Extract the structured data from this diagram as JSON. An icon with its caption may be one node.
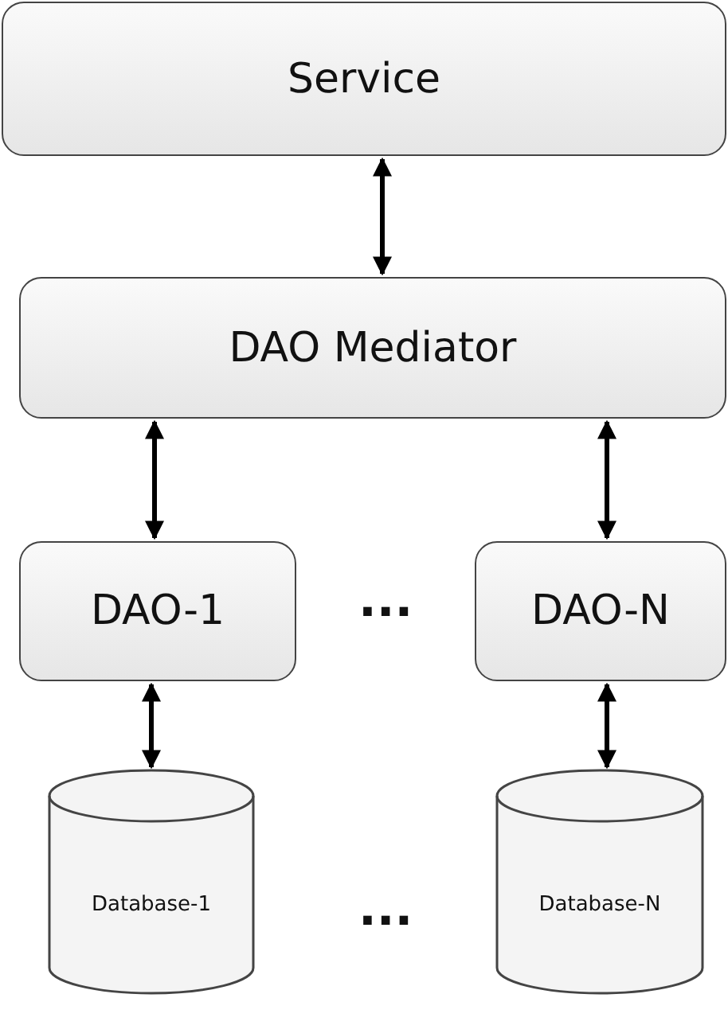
{
  "diagram": {
    "nodes": [
      {
        "text": [
          "Service"
        ]
      },
      {
        "text": [
          "DAO Mediator"
        ]
      },
      {
        "text": [
          "DAO-1"
        ]
      },
      {
        "text": [
          "DAO-N"
        ]
      },
      {
        "text": [
          "Database-1"
        ]
      },
      {
        "text": [
          "Database-N"
        ]
      }
    ],
    "edges": [
      {
        "from": 0,
        "to": 1,
        "arrow": "both"
      },
      {
        "from": 1,
        "to": 2,
        "arrow": "both"
      },
      {
        "from": 1,
        "to": 3,
        "arrow": "both"
      },
      {
        "from": 2,
        "to": 4,
        "arrow": "both"
      },
      {
        "from": 3,
        "to": 5,
        "arrow": "both"
      }
    ],
    "labels": [
      "...",
      "..."
    ]
  }
}
